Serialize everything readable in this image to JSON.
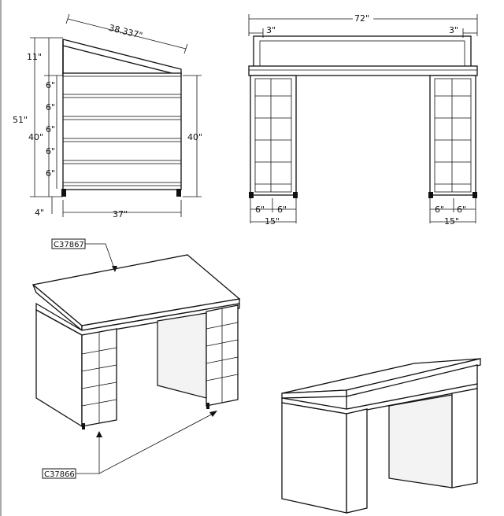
{
  "side_view": {
    "slope_len": "38.337\"",
    "top_rise": "11\"",
    "total_h": "51\"",
    "cab_h_left": "40\"",
    "cab_h_right": "40\"",
    "shelf_gap": "6\"",
    "base_h": "4\"",
    "depth": "37\""
  },
  "front_view": {
    "width": "72\"",
    "inset_left": "3\"",
    "inset_right": "3\"",
    "cube_l1": "6\"",
    "cube_l2": "6\"",
    "cube_r1": "6\"",
    "cube_r2": "6\"",
    "tower_l": "15\"",
    "tower_r": "15\""
  },
  "parts": {
    "top_part": "C37867",
    "tower_part": "C37866"
  }
}
